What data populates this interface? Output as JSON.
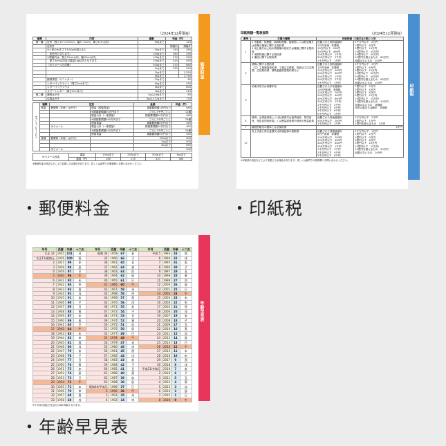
{
  "postage": {
    "tab": "郵便料金",
    "caption": "・郵便料金",
    "date": "（2024年12月現在）",
    "headers": [
      "種類",
      "内容",
      "重量",
      "料金（円）"
    ],
    "rows": [
      [
        "第一種",
        "定形（長さ14〜23.5cm、幅9〜12cm、厚さ1cm以内）",
        "50gまで",
        "110",
        ""
      ],
      [
        "",
        "定形外",
        "",
        "規格内",
        "規格外"
      ],
      [
        "",
        "※上記の大きさでも50gを超えると",
        "50gまで",
        "140",
        "260"
      ],
      [
        "",
        "　定形外となります。",
        "100gまで",
        "180",
        "290"
      ],
      [
        "",
        "※規格内は、長さ34cm以内、幅25cm以内、",
        "150gまで",
        "270",
        "390"
      ],
      [
        "",
        "　厚さ3cm以内及び重量1kg以内となります。",
        "250gまで",
        "320",
        "450"
      ],
      [
        "",
        "（ゆうメールも同様）",
        "500gまで",
        "510",
        "660"
      ],
      [
        "",
        "",
        "1kgまで",
        "750",
        "920"
      ],
      [
        "",
        "",
        "2kgまで",
        "",
        "1,350"
      ],
      [
        "",
        "",
        "4kgまで",
        "",
        "1,750"
      ],
      [
        "",
        "郵便書簡（ミニレター）",
        "25gまで",
        "85",
        ""
      ],
      [
        "",
        "レターパックライト（厚さ3cmまで）",
        "4kgまで",
        "430",
        ""
      ],
      [
        "",
        "レターパックプラス",
        "4kgまで",
        "600",
        ""
      ],
      [
        "",
        "スマートレター（厚さ2cmまで）",
        "1kgまで",
        "210",
        ""
      ],
      [
        "第二種",
        "通常はがき",
        "2g以上6gまで",
        "85",
        ""
      ],
      [
        "",
        "往復はがき",
        "4g以上12gまで",
        "170",
        ""
      ]
    ],
    "special_headers": [
      "種類",
      "区別",
      "金額",
      "料金（円）"
    ],
    "special_side": "オプションサービス",
    "special_rows": [
      [
        "書留",
        "郵便物（手紙・はがき）",
        "現金（現金書留）",
        "損害要償額1万円まで",
        "480"
      ],
      [
        "",
        "",
        "※損害要償額50万円まで",
        "さらに5千円ごとに",
        "11増"
      ],
      [
        "",
        "",
        "現金以外（一般書留）",
        "損害要償額10万円まで",
        "480"
      ],
      [
        "",
        "",
        "※損害要償額500万円まで",
        "さらに5万円ごとに",
        "23増"
      ],
      [
        "",
        "",
        "簡易書留",
        "損害要償額5万円まで",
        "350"
      ],
      [
        "",
        "ゆうメール",
        "現金以外（一般書留）",
        "損害要償額10万円まで",
        "480"
      ],
      [
        "",
        "",
        "※損害要償額500万円まで",
        "さらに5万円ごとに",
        "23増"
      ],
      [
        "",
        "",
        "簡易書留",
        "損害要償額5万円まで",
        "350"
      ],
      [
        "速達",
        "郵便物（手紙・はがき）",
        "",
        "250gまで",
        "300"
      ],
      [
        "",
        "",
        "",
        "1kgまで",
        "400"
      ],
      [
        "",
        "",
        "",
        "4kgまで",
        "690"
      ],
      [
        "",
        "ゆうメール",
        "",
        "",
        "300"
      ]
    ],
    "yumail": {
      "label": "ゆうメール料金",
      "weight_label": "重量",
      "fee_label": "運賃（円）",
      "weights": [
        "150gまで",
        "250gまで",
        "500gまで",
        "1kgまで"
      ],
      "fees": [
        "180",
        "215",
        "310",
        "360"
      ]
    },
    "note": "※郵便料金の改定などにより変更になる場合があります。詳しくは最寄りの郵便局へお問い合わせください。"
  },
  "stamp": {
    "tab": "印紙税",
    "caption": "・印紙税",
    "title": "印紙税額一覧表抜粋",
    "date": "（2024年12月現在）",
    "headers": [
      "番号",
      "文書の種類",
      "印紙税額（1通又は1冊につき）"
    ],
    "rows": [
      {
        "no": "1",
        "doc": "1 不動産、鉱業権、無体財産権、船舶若しくは航空機又は営業の譲渡に関する契約書\n2 地上権又は土地の賃借権の設定又は譲渡に関する契約書\n3 消費貸借に関する契約書\n4 運送に関する契約書",
        "a": "記載された契約金額が\n1万円未満　非課税\n10万円以下　200円\n50万円以下　400円\n100万円以下　1千円\n500万円以下　2千円\n1千万円以下　1万円",
        "b": "5千万円以下　2万円\n1億円以下　6万円\n5億円以下　10万円\n10億円以下　20万円\n50億円以下　40万円\n50億円を超えるもの　60万円\n記載のないもの　200円"
      },
      {
        "no": "2",
        "doc": "請負に関する契約書\n（注）工事請負契約書、工事注文請書、物品加工注文請書、広告契約書、請負金額変更契約書など",
        "a": "記載された契約金額が\n1万円未満　非課税\n100万円以下　200円\n200万円以下　400円\n300万円以下　1千円\n500万円以下　2千円\n1千万円以下　1万円",
        "b": "5千万円以下　2万円\n1億円以下　6万円\n5億円以下　10万円\n10億円以下　20万円\n50億円以下　40万円\n50億円を超えるもの　60万円\n記載のないもの　200円"
      },
      {
        "no": "3",
        "doc": "約束手形又は為替手形",
        "a": "記載された手形金額が\n10万円未満　非課税\n100万円以下　200円\n200万円以下　400円\n300万円以下　600円\n500万円以下　1千円\n1千万円以下　2千円\n2千万円以下　4千円\n3千万円以下　6千円\n5千万円以下　1万円",
        "b": "1億円以下　2万円\n2億円以下　4万円\n3億円以下　6万円\n5億円以下　10万円\n10億円以下　15万円\n10億円を超えるもの　20万円\n記載のないもの　非課税\n手形の複本又は謄本　非課税"
      },
      {
        "no": "4",
        "doc": "株券、出資証券若しくは社債券又は投資信託、貸付信託、特定目的信託若しくは受益証券発行信託の受益証券",
        "a": "記載された券面金額が\n500万円以下　200円\n1千万円以下　1千円",
        "b": "5千万円以下　2千円\n1億円以下　1万円\n1億円を超えるもの　2万円"
      },
      {
        "no": "7",
        "doc": "継続的取引の基本となる契約書",
        "a": "",
        "b": "4千円"
      },
      {
        "no": "17",
        "doc": "売上代金に係る金銭又は有価証券の受取書",
        "a": "記載された受取金額が\n5万円未満　非課税\n100万円以下　200円\n200万円以下　400円\n300万円以下　600円\n500万円以下　1千円\n1千万円以下　2千円\n2千万円以下　4千円\n3千万円以下　6千円",
        "b": "5千万円以下　1万円\n1億円以下　2万円\n2億円以下　4万円\n3億円以下　6万円\n5億円以下　10万円\n10億円以下　15万円\n10億円を超えるもの　20万円\n記載のないもの　200円"
      }
    ],
    "note": "※印紙税の改定などにより変更になる場合があります。詳しくは最寄りの税務署へお問い合わせください。"
  },
  "age": {
    "tab": "年齢早見表",
    "caption": "・年齢早見表",
    "headers": [
      "年号",
      "西暦",
      "年齢",
      "十二支"
    ],
    "highlight_zodiac": "午",
    "columns": [
      [
        [
          "大正 14",
          "1925",
          "101",
          "丑"
        ],
        [
          "大正15/昭和元",
          "1926",
          "100",
          "寅"
        ],
        [
          "2",
          "1927",
          "99",
          "卯"
        ],
        [
          "3",
          "1928",
          "98",
          "辰"
        ],
        [
          "4",
          "1929",
          "97",
          "巳"
        ],
        [
          "5",
          "1930",
          "96",
          "午"
        ],
        [
          "6",
          "1931",
          "95",
          "未"
        ],
        [
          "7",
          "1932",
          "94",
          "申"
        ],
        [
          "8",
          "1933",
          "93",
          "酉"
        ],
        [
          "9",
          "1934",
          "92",
          "戌"
        ],
        [
          "10",
          "1935",
          "91",
          "亥"
        ],
        [
          "11",
          "1936",
          "90",
          "子"
        ],
        [
          "12",
          "1937",
          "89",
          "丑"
        ],
        [
          "13",
          "1938",
          "88",
          "寅"
        ],
        [
          "14",
          "1939",
          "87",
          "卯"
        ],
        [
          "15",
          "1940",
          "86",
          "辰"
        ],
        [
          "16",
          "1941",
          "85",
          "巳"
        ],
        [
          "17",
          "1942",
          "84",
          "午"
        ],
        [
          "18",
          "1943",
          "83",
          "未"
        ],
        [
          "19",
          "1944",
          "82",
          "申"
        ],
        [
          "20",
          "1945",
          "81",
          "酉"
        ],
        [
          "21",
          "1946",
          "80",
          "戌"
        ],
        [
          "22",
          "1947",
          "79",
          "亥"
        ],
        [
          "23",
          "1948",
          "78",
          "子"
        ],
        [
          "24",
          "1949",
          "77",
          "丑"
        ],
        [
          "25",
          "1950",
          "76",
          "寅"
        ],
        [
          "26",
          "1951",
          "75",
          "卯"
        ],
        [
          "27",
          "1952",
          "74",
          "辰"
        ],
        [
          "28",
          "1953",
          "73",
          "巳"
        ],
        [
          "29",
          "1954",
          "72",
          "午"
        ],
        [
          "30",
          "1955",
          "71",
          "未"
        ],
        [
          "31",
          "1956",
          "70",
          "申"
        ],
        [
          "32",
          "1957",
          "69",
          "酉"
        ],
        [
          "33",
          "1958",
          "68",
          "戌"
        ]
      ],
      [
        [
          "昭和 34",
          "1959",
          "67",
          "亥"
        ],
        [
          "35",
          "1960",
          "66",
          "子"
        ],
        [
          "36",
          "1961",
          "65",
          "丑"
        ],
        [
          "37",
          "1962",
          "64",
          "寅"
        ],
        [
          "38",
          "1963",
          "63",
          "卯"
        ],
        [
          "39",
          "1964",
          "62",
          "辰"
        ],
        [
          "40",
          "1965",
          "61",
          "巳"
        ],
        [
          "41",
          "1966",
          "60",
          "午"
        ],
        [
          "42",
          "1967",
          "59",
          "未"
        ],
        [
          "43",
          "1968",
          "58",
          "申"
        ],
        [
          "44",
          "1969",
          "57",
          "酉"
        ],
        [
          "45",
          "1970",
          "56",
          "戌"
        ],
        [
          "46",
          "1971",
          "55",
          "亥"
        ],
        [
          "47",
          "1972",
          "54",
          "子"
        ],
        [
          "48",
          "1973",
          "53",
          "丑"
        ],
        [
          "49",
          "1974",
          "52",
          "寅"
        ],
        [
          "50",
          "1975",
          "51",
          "卯"
        ],
        [
          "51",
          "1976",
          "50",
          "辰"
        ],
        [
          "52",
          "1977",
          "49",
          "巳"
        ],
        [
          "53",
          "1978",
          "48",
          "午"
        ],
        [
          "54",
          "1979",
          "47",
          "未"
        ],
        [
          "55",
          "1980",
          "46",
          "申"
        ],
        [
          "56",
          "1981",
          "45",
          "酉"
        ],
        [
          "57",
          "1982",
          "44",
          "戌"
        ],
        [
          "58",
          "1983",
          "43",
          "亥"
        ],
        [
          "59",
          "1984",
          "42",
          "子"
        ],
        [
          "60",
          "1985",
          "41",
          "丑"
        ],
        [
          "61",
          "1986",
          "40",
          "寅"
        ],
        [
          "62",
          "1987",
          "39",
          "卯"
        ],
        [
          "63",
          "1988",
          "38",
          "辰"
        ],
        [
          "昭和64/平成元",
          "1989",
          "37",
          "巳"
        ],
        [
          "2",
          "1990",
          "36",
          "午"
        ],
        [
          "3",
          "1991",
          "35",
          "未"
        ],
        [
          "4",
          "1992",
          "34",
          "申"
        ]
      ],
      [
        [
          "平成 5",
          "1993",
          "33",
          "酉"
        ],
        [
          "6",
          "1994",
          "32",
          "戌"
        ],
        [
          "7",
          "1995",
          "31",
          "亥"
        ],
        [
          "8",
          "1996",
          "30",
          "子"
        ],
        [
          "9",
          "1997",
          "29",
          "丑"
        ],
        [
          "10",
          "1998",
          "28",
          "寅"
        ],
        [
          "11",
          "1999",
          "27",
          "卯"
        ],
        [
          "12",
          "2000",
          "26",
          "辰"
        ],
        [
          "13",
          "2001",
          "25",
          "巳"
        ],
        [
          "14",
          "2002",
          "24",
          "午"
        ],
        [
          "15",
          "2003",
          "23",
          "未"
        ],
        [
          "16",
          "2004",
          "22",
          "申"
        ],
        [
          "17",
          "2005",
          "21",
          "酉"
        ],
        [
          "18",
          "2006",
          "20",
          "戌"
        ],
        [
          "19",
          "2007",
          "19",
          "亥"
        ],
        [
          "20",
          "2008",
          "18",
          "子"
        ],
        [
          "21",
          "2009",
          "17",
          "丑"
        ],
        [
          "22",
          "2010",
          "16",
          "寅"
        ],
        [
          "23",
          "2011",
          "15",
          "卯"
        ],
        [
          "24",
          "2012",
          "14",
          "辰"
        ],
        [
          "25",
          "2013",
          "13",
          "巳"
        ],
        [
          "26",
          "2014",
          "12",
          "午"
        ],
        [
          "27",
          "2015",
          "11",
          "未"
        ],
        [
          "28",
          "2016",
          "10",
          "申"
        ],
        [
          "29",
          "2017",
          "9",
          "酉"
        ],
        [
          "30",
          "2018",
          "8",
          "戌"
        ],
        [
          "平成31/令和元",
          "2019",
          "7",
          "亥"
        ],
        [
          "2",
          "2020",
          "6",
          "子"
        ],
        [
          "3",
          "2021",
          "5",
          "丑"
        ],
        [
          "4",
          "2022",
          "4",
          "寅"
        ],
        [
          "5",
          "2023",
          "3",
          "卯"
        ],
        [
          "6",
          "2024",
          "2",
          "辰"
        ],
        [
          "7",
          "2025",
          "1",
          "巳"
        ],
        [
          "8",
          "2026",
          "0",
          "午"
        ]
      ]
    ],
    "note": "※その年の誕生日を迎えた時の年齢となります。"
  },
  "colors": {
    "postage_tab": "#f39a1e",
    "stamp_tab": "#4a8fd0",
    "age_tab": "#e8365a",
    "era_bg": "#fbe4e1",
    "year_bg": "#fdf7e2",
    "age_bg": "#ddeef8",
    "highlight": "#f7b895"
  }
}
